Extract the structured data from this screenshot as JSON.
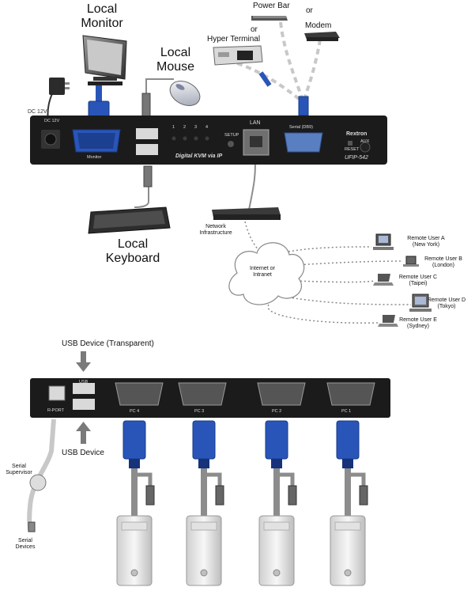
{
  "labels": {
    "local_monitor_1": "Local",
    "local_monitor_2": "Monitor",
    "local_mouse_1": "Local",
    "local_mouse_2": "Mouse",
    "local_keyboard_1": "Local",
    "local_keyboard_2": "Keyboard",
    "power_bar": "Power Bar",
    "or_1": "or",
    "or_2": "or",
    "modem": "Modem",
    "hyper_terminal": "Hyper Terminal",
    "dc_12v": "DC 12V",
    "network_1": "Network",
    "network_2": "Infrastructure",
    "internet_1": "Internet or",
    "internet_2": "Intranet",
    "usb_transparent": "USB Device (Transparent)",
    "usb_device": "USB Device",
    "serial_sup_1": "Serial",
    "serial_sup_2": "Supervisor",
    "serial_dev_1": "Serial",
    "serial_dev_2": "Devices"
  },
  "front_panel": {
    "dc": "DC 12V",
    "monitor": "Monitor",
    "leds": [
      "1",
      "2",
      "3",
      "4"
    ],
    "setup": "SETUP",
    "lan": "LAN",
    "serial": "Serial (DB9)",
    "brand": "Rextron",
    "reset": "RESET",
    "aux": "AUX",
    "model": "UFIP-542",
    "title": "Digital KVM via IP"
  },
  "remote_users": [
    {
      "name": "Remote User A",
      "city": "(New York)"
    },
    {
      "name": "Remote User B",
      "city": "(London)"
    },
    {
      "name": "Remote User C",
      "city": "(Taipei)"
    },
    {
      "name": "Remote User D",
      "city": "(Tokyo)"
    },
    {
      "name": "Remote User E",
      "city": "(Sydney)"
    }
  ],
  "rear_panel": {
    "rport": "R-PORT",
    "usb": "USB",
    "pc_ports": [
      "PC 4",
      "PC 3",
      "PC 2",
      "PC 1"
    ]
  },
  "colors": {
    "device_body": "#1b1b1b",
    "vga_blue": "#2a55b8",
    "cable_gray": "#8c8c8c",
    "network_dots": "#8a8a8a"
  }
}
